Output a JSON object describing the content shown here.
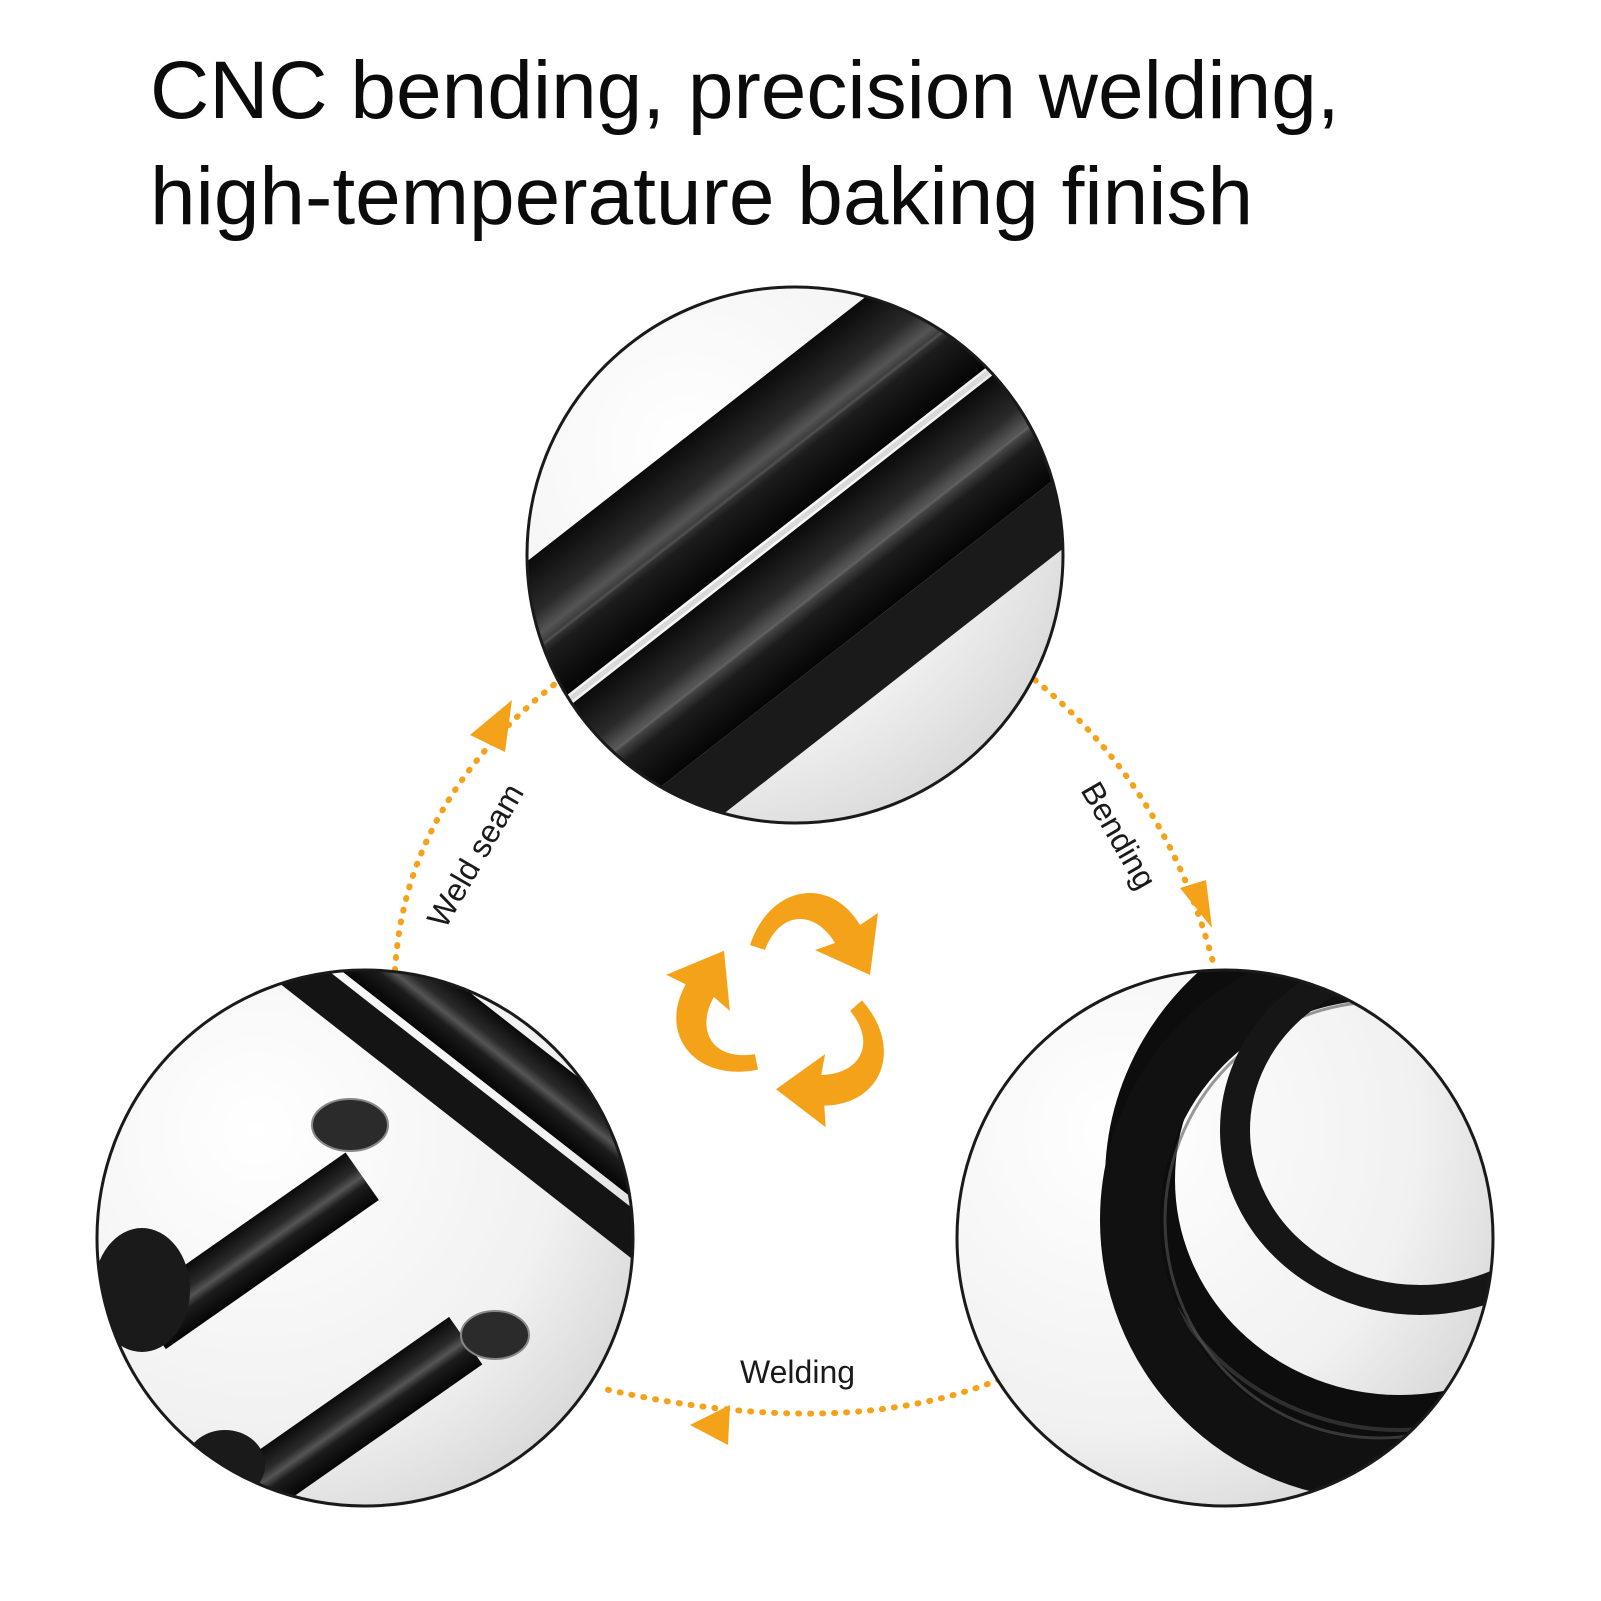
{
  "headline": {
    "line1": "CNC bending, precision welding,",
    "line2": "high-temperature baking finish"
  },
  "process_labels": {
    "weld_seam": "Weld seam",
    "bending": "Bending",
    "welding": "Welding"
  },
  "photos": {
    "top": "straight-tube-closeup",
    "right": "bent-tube-closeup",
    "left": "welded-joint-closeup"
  },
  "colors": {
    "accent": "#F5A21B",
    "tube": "#111111",
    "background": "#FFFFFF"
  },
  "icons": [
    "recycle-arrows-icon"
  ]
}
